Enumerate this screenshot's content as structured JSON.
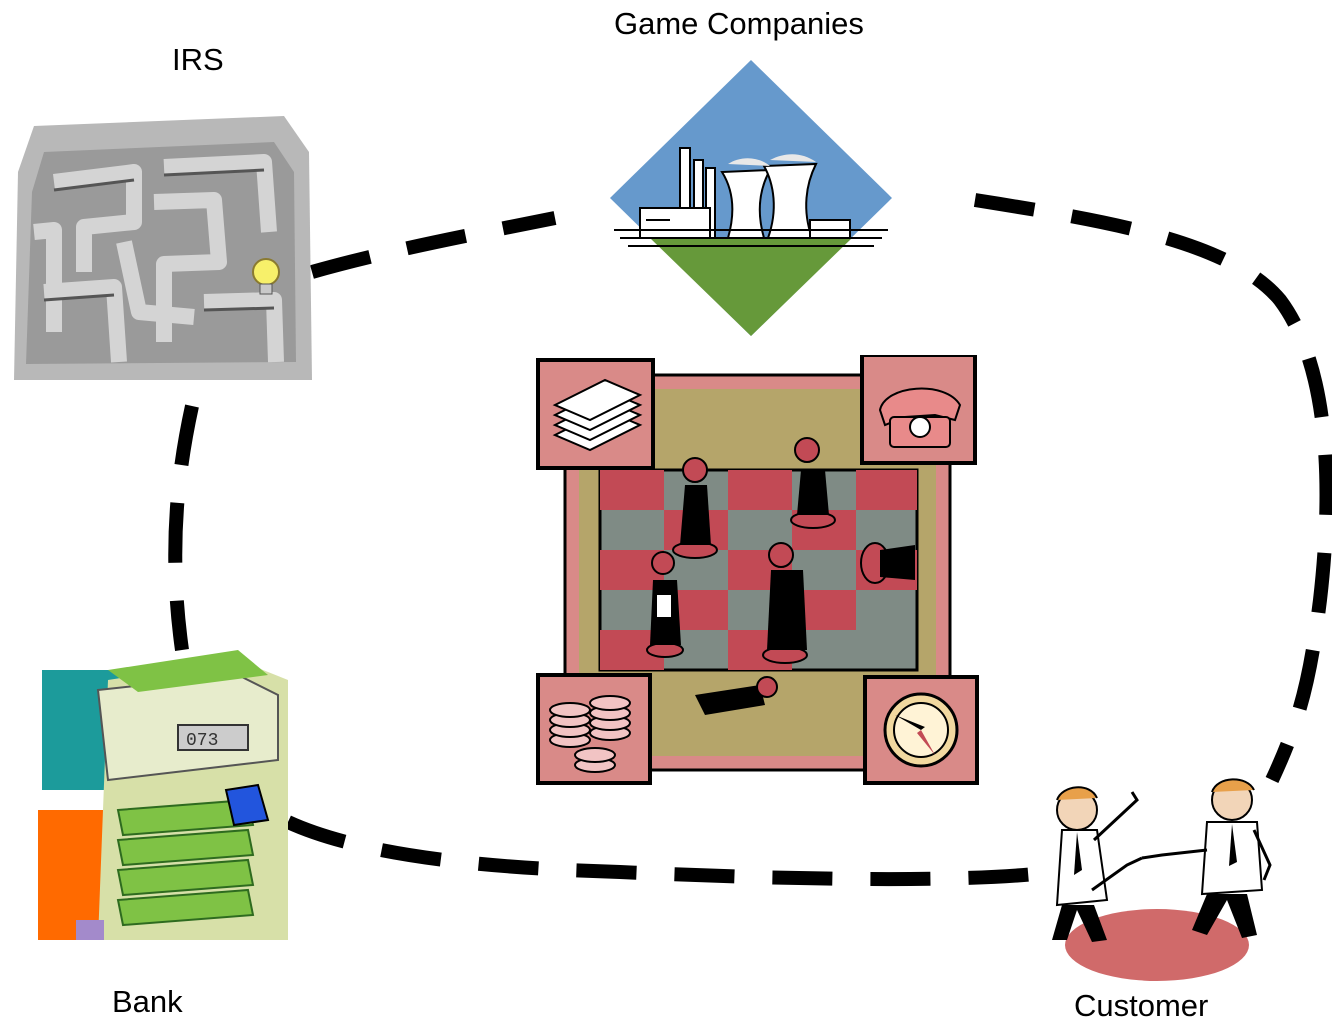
{
  "nodes": {
    "irs": {
      "label": "IRS"
    },
    "game_companies": {
      "label": "Game Companies"
    },
    "bank": {
      "label": "Bank"
    },
    "customer": {
      "label": "Customer"
    }
  },
  "center": {
    "name": "strategy-board-clipart"
  },
  "colors": {
    "connector": "#000000",
    "sky": "#6699cc",
    "grass": "#66993a",
    "board_border": "#b5a56a",
    "board_pink": "#d98a88",
    "board_red": "#c24a55",
    "board_gray": "#7f8b85",
    "maze_gray": "#9a9a9a",
    "money_green": "#7fc245",
    "bank_teal": "#1c9b9b",
    "bank_orange": "#ff6a00",
    "customer_disc": "#d06a6a"
  }
}
